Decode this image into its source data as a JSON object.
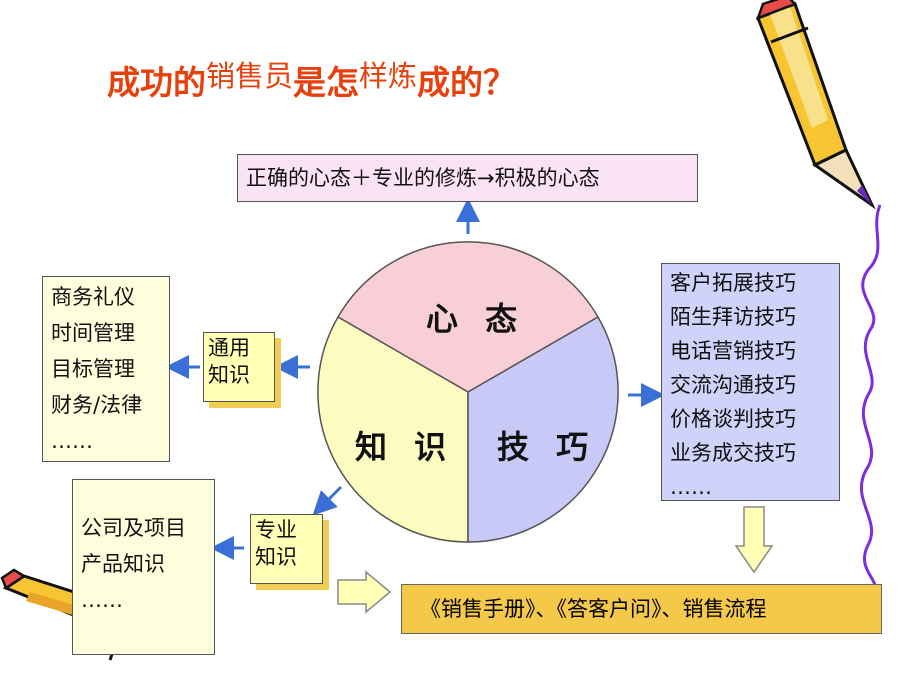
{
  "title": {
    "part1": "成功的",
    "part2": "销售员",
    "part3": "是怎",
    "part4": "样炼",
    "part5": "成的？"
  },
  "top_box": "正确的心态＋专业的修炼→积极的心态",
  "wheel": {
    "top": "心 态",
    "left": "知 识",
    "right": "技 巧"
  },
  "left_list": [
    "商务礼仪",
    "时间管理",
    "目标管理",
    "财务/法律",
    "……"
  ],
  "right_list": [
    "客户拓展技巧",
    "陌生拜访技巧",
    "电话营销技巧",
    "交流沟通技巧",
    "价格谈判技巧",
    "业务成交技巧",
    "……"
  ],
  "bottom_list": [
    "公司及项目",
    "产品知识",
    "……"
  ],
  "tag_general": [
    "通用",
    "知识"
  ],
  "tag_professional": [
    "专业",
    "知识"
  ],
  "banner": "《销售手册》、《答客户问》、销售流程",
  "colors": {
    "title": "#e8400c",
    "mindset": "#f9cfd7",
    "knowledge": "#fdfcc0",
    "skills": "#c8c9f6",
    "arrow": "#3a6fd8",
    "pencil_body": "#f6c531",
    "squiggle": "#7b2de0"
  }
}
